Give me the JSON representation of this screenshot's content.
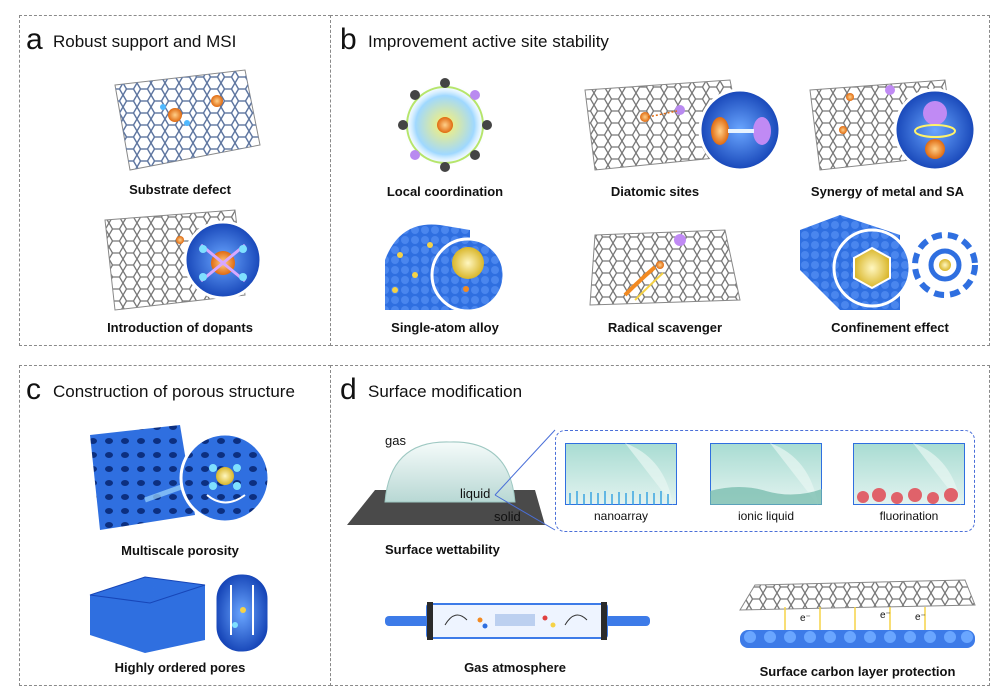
{
  "panels": {
    "a": {
      "letter": "a",
      "title": "Robust support and MSI",
      "items": [
        "Substrate defect",
        "Introduction of dopants"
      ]
    },
    "b": {
      "letter": "b",
      "title": "Improvement active site stability",
      "items": [
        "Local coordination",
        "Diatomic sites",
        "Synergy of metal and SA",
        "Single-atom alloy",
        "Radical scavenger",
        "Confinement effect"
      ]
    },
    "c": {
      "letter": "c",
      "title": "Construction of porous structure",
      "items": [
        "Multiscale porosity",
        "Highly ordered pores"
      ]
    },
    "d": {
      "letter": "d",
      "title": "Surface modification",
      "items": [
        "Surface wettability",
        "Gas atmosphere",
        "Surface carbon layer protection"
      ],
      "droplet_labels": {
        "gas": "gas",
        "liquid": "liquid",
        "solid": "solid"
      },
      "inset_labels": [
        "nanoarray",
        "ionic liquid",
        "fluorination"
      ],
      "electron_label": "e⁻"
    }
  },
  "colors": {
    "blue": "#2f6fe0",
    "orange": "#f28a22",
    "gray": "#7a7a7a",
    "yellow": "#f5d247"
  }
}
